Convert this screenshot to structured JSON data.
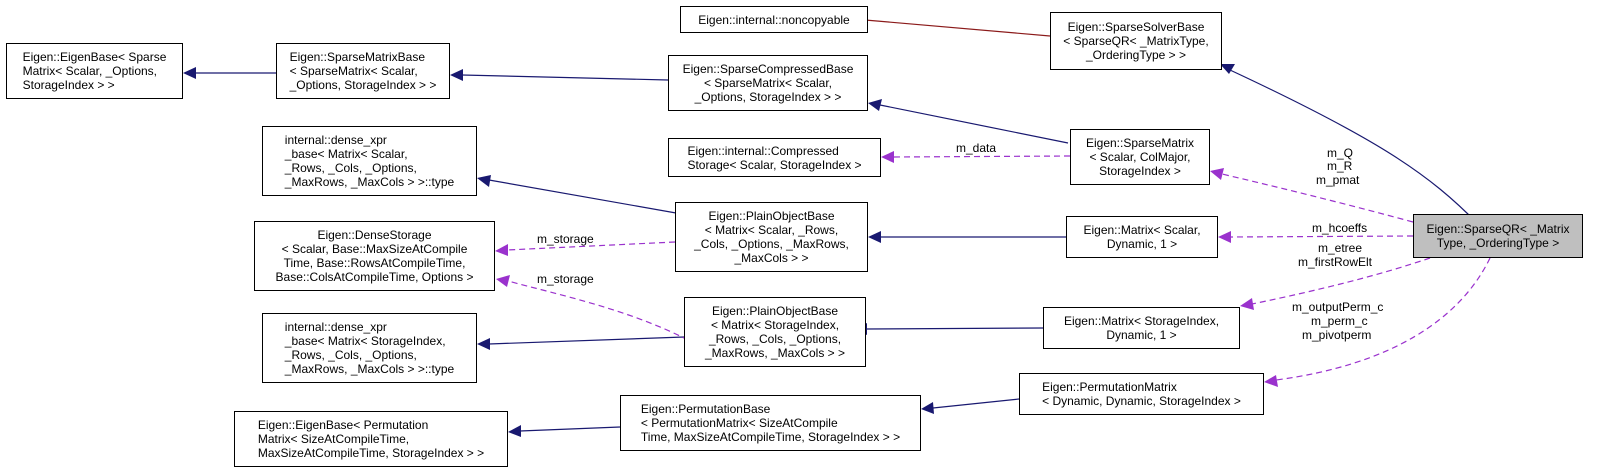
{
  "nodes": {
    "n_sparse_qr": "Eigen::SparseQR< _Matrix\nType, _OrderingType >",
    "n_sparse_solver_base": "Eigen::SparseSolverBase\n< SparseQR< _MatrixType,\n_OrderingType > >",
    "n_noncopyable": "Eigen::internal::noncopyable",
    "n_eigenbase_sparse": "Eigen::EigenBase< Sparse\nMatrix< Scalar, _Options,\nStorageIndex > >",
    "n_sparse_matrix_base": "Eigen::SparseMatrixBase\n< SparseMatrix< Scalar,\n_Options, StorageIndex > >",
    "n_sparse_compressed_base": "Eigen::SparseCompressedBase\n< SparseMatrix< Scalar,\n_Options, StorageIndex > >",
    "n_compressed_storage": "Eigen::internal::Compressed\nStorage< Scalar, StorageIndex >",
    "n_sparse_matrix": "Eigen::SparseMatrix\n< Scalar, ColMajor,\nStorageIndex >",
    "n_dense_xpr_scalar": "internal::dense_xpr\n_base< Matrix< Scalar,\n_Rows, _Cols, _Options,\n_MaxRows, _MaxCols > >::type",
    "n_dense_storage": "Eigen::DenseStorage\n< Scalar, Base::MaxSizeAtCompile\nTime, Base::RowsAtCompileTime,\nBase::ColsAtCompileTime, Options >",
    "n_plain_object_scalar": "Eigen::PlainObjectBase\n< Matrix< Scalar, _Rows,\n_Cols, _Options, _MaxRows,\n_MaxCols > >",
    "n_matrix_scalar": "Eigen::Matrix< Scalar,\nDynamic, 1 >",
    "n_dense_xpr_index": "internal::dense_xpr\n_base< Matrix< StorageIndex,\n_Rows, _Cols, _Options,\n_MaxRows, _MaxCols > >::type",
    "n_plain_object_index": "Eigen::PlainObjectBase\n< Matrix< StorageIndex,\n_Rows, _Cols, _Options,\n_MaxRows, _MaxCols > >",
    "n_matrix_index": "Eigen::Matrix< StorageIndex,\nDynamic, 1 >",
    "n_eigenbase_perm": "Eigen::EigenBase< Permutation\nMatrix< SizeAtCompileTime,\nMaxSizeAtCompileTime, StorageIndex > >",
    "n_permutation_base": "Eigen::PermutationBase\n< PermutationMatrix< SizeAtCompile\nTime, MaxSizeAtCompileTime, StorageIndex > >",
    "n_permutation_matrix": "Eigen::PermutationMatrix\n< Dynamic, Dynamic, StorageIndex >"
  },
  "edge_labels": {
    "m_data": "m_data",
    "m_storage_1": "m_storage",
    "m_storage_2": "m_storage",
    "m_q_r_pmat": [
      "m_Q",
      "m_R",
      "m_pmat"
    ],
    "m_hcoeffs": "m_hcoeffs",
    "m_etree": [
      "m_etree",
      "m_firstRowElt"
    ],
    "m_perms": [
      "m_outputPerm_c",
      "m_perm_c",
      "m_pivotperm"
    ]
  },
  "colors": {
    "inheritance": "#191970",
    "private_inheritance": "#8b1a1a",
    "usage": "#9a32cd",
    "highlight_fill": "#bfbfbf"
  }
}
